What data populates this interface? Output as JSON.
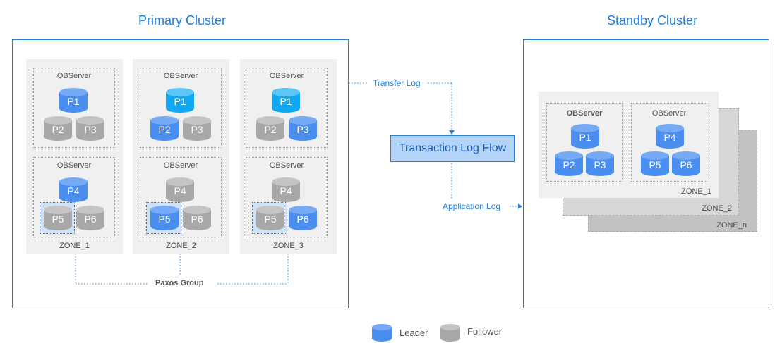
{
  "primary": {
    "title": "Primary Cluster",
    "zones": [
      {
        "label": "ZONE_1",
        "servers": [
          {
            "label": "OBServer",
            "top": {
              "name": "P1",
              "role": "leader"
            },
            "bottom": [
              {
                "name": "P2",
                "role": "follower"
              },
              {
                "name": "P3",
                "role": "follower"
              }
            ]
          },
          {
            "label": "OBServer",
            "top": {
              "name": "P4",
              "role": "leader"
            },
            "bottom": [
              {
                "name": "P5",
                "role": "follower",
                "highlight": true
              },
              {
                "name": "P6",
                "role": "follower"
              }
            ]
          }
        ]
      },
      {
        "label": "ZONE_2",
        "servers": [
          {
            "label": "OBServer",
            "top": {
              "name": "P1",
              "role": "leader-light"
            },
            "bottom": [
              {
                "name": "P2",
                "role": "leader"
              },
              {
                "name": "P3",
                "role": "follower"
              }
            ]
          },
          {
            "label": "OBServer",
            "top": {
              "name": "P4",
              "role": "follower"
            },
            "bottom": [
              {
                "name": "P5",
                "role": "leader",
                "highlight": true
              },
              {
                "name": "P6",
                "role": "follower"
              }
            ]
          }
        ]
      },
      {
        "label": "ZONE_3",
        "servers": [
          {
            "label": "OBServer",
            "top": {
              "name": "P1",
              "role": "leader-light"
            },
            "bottom": [
              {
                "name": "P2",
                "role": "follower"
              },
              {
                "name": "P3",
                "role": "leader"
              }
            ]
          },
          {
            "label": "OBServer",
            "top": {
              "name": "P4",
              "role": "follower"
            },
            "bottom": [
              {
                "name": "P5",
                "role": "follower",
                "highlight": true
              },
              {
                "name": "P6",
                "role": "leader"
              }
            ]
          }
        ]
      }
    ],
    "paxos_label": "Paxos Group"
  },
  "flow": {
    "transfer_log": "Transfer Log",
    "transaction_log_flow": "Transaction Log Flow",
    "application_log": "Application Log"
  },
  "standby": {
    "title": "Standby Cluster",
    "servers": [
      {
        "label": "OBServer",
        "top": "P1",
        "bottom": [
          "P2",
          "P3"
        ]
      },
      {
        "label": "OBServer",
        "top": "P4",
        "bottom": [
          "P5",
          "P6"
        ]
      }
    ],
    "zone_labels": [
      "ZONE_1",
      "ZONE_2",
      "ZONE_n"
    ]
  },
  "legend": {
    "leader": "Leader",
    "follower": "Follower"
  },
  "colors": {
    "leader": "#4a8ef0",
    "leader_light": "#12a8f0",
    "follower": "#a8a8a8",
    "accent": "#2b7fd6"
  }
}
